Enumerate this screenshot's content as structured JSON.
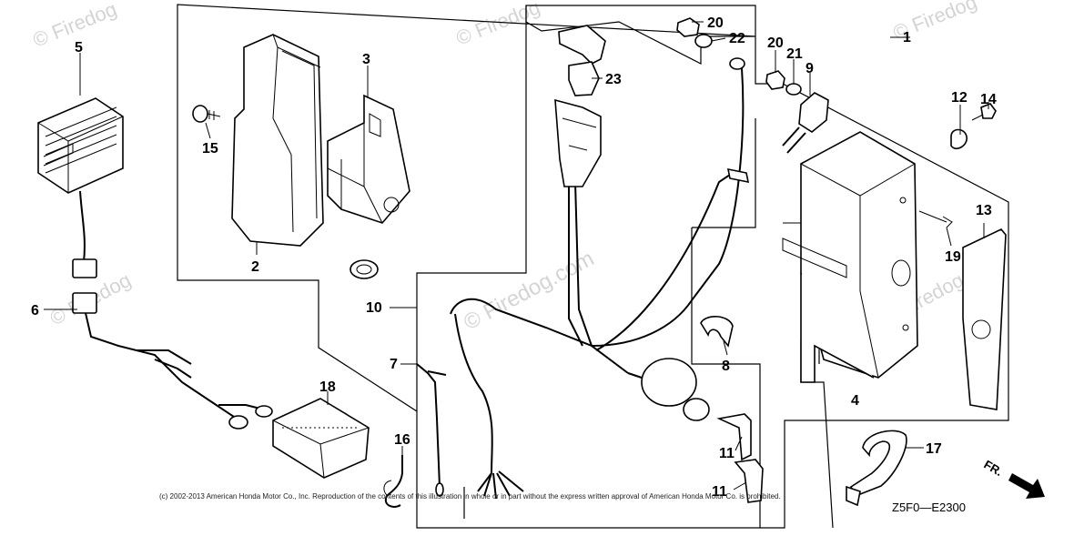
{
  "diagram_code": "Z5F0—E2300",
  "front_label": "FR.",
  "copyright": "(c) 2002-2013 American Honda Motor Co., Inc. Reproduction of the contents of this illustration in whole or in part without the express written approval of American Honda Motor Co. is prohibited.",
  "watermarks": {
    "small": "© Firedog",
    "center": "© Firedog.com"
  },
  "callouts": {
    "c1": "1",
    "c2": "2",
    "c3": "3",
    "c4": "4",
    "c5": "5",
    "c6": "6",
    "c7": "7",
    "c8": "8",
    "c9": "9",
    "c10": "10",
    "c11a": "11",
    "c11b": "11",
    "c12": "12",
    "c13": "13",
    "c14": "14",
    "c15": "15",
    "c16": "16",
    "c17": "17",
    "c18": "18",
    "c19": "19",
    "c20a": "20",
    "c20b": "20",
    "c21": "21",
    "c22": "22",
    "c23": "23"
  }
}
